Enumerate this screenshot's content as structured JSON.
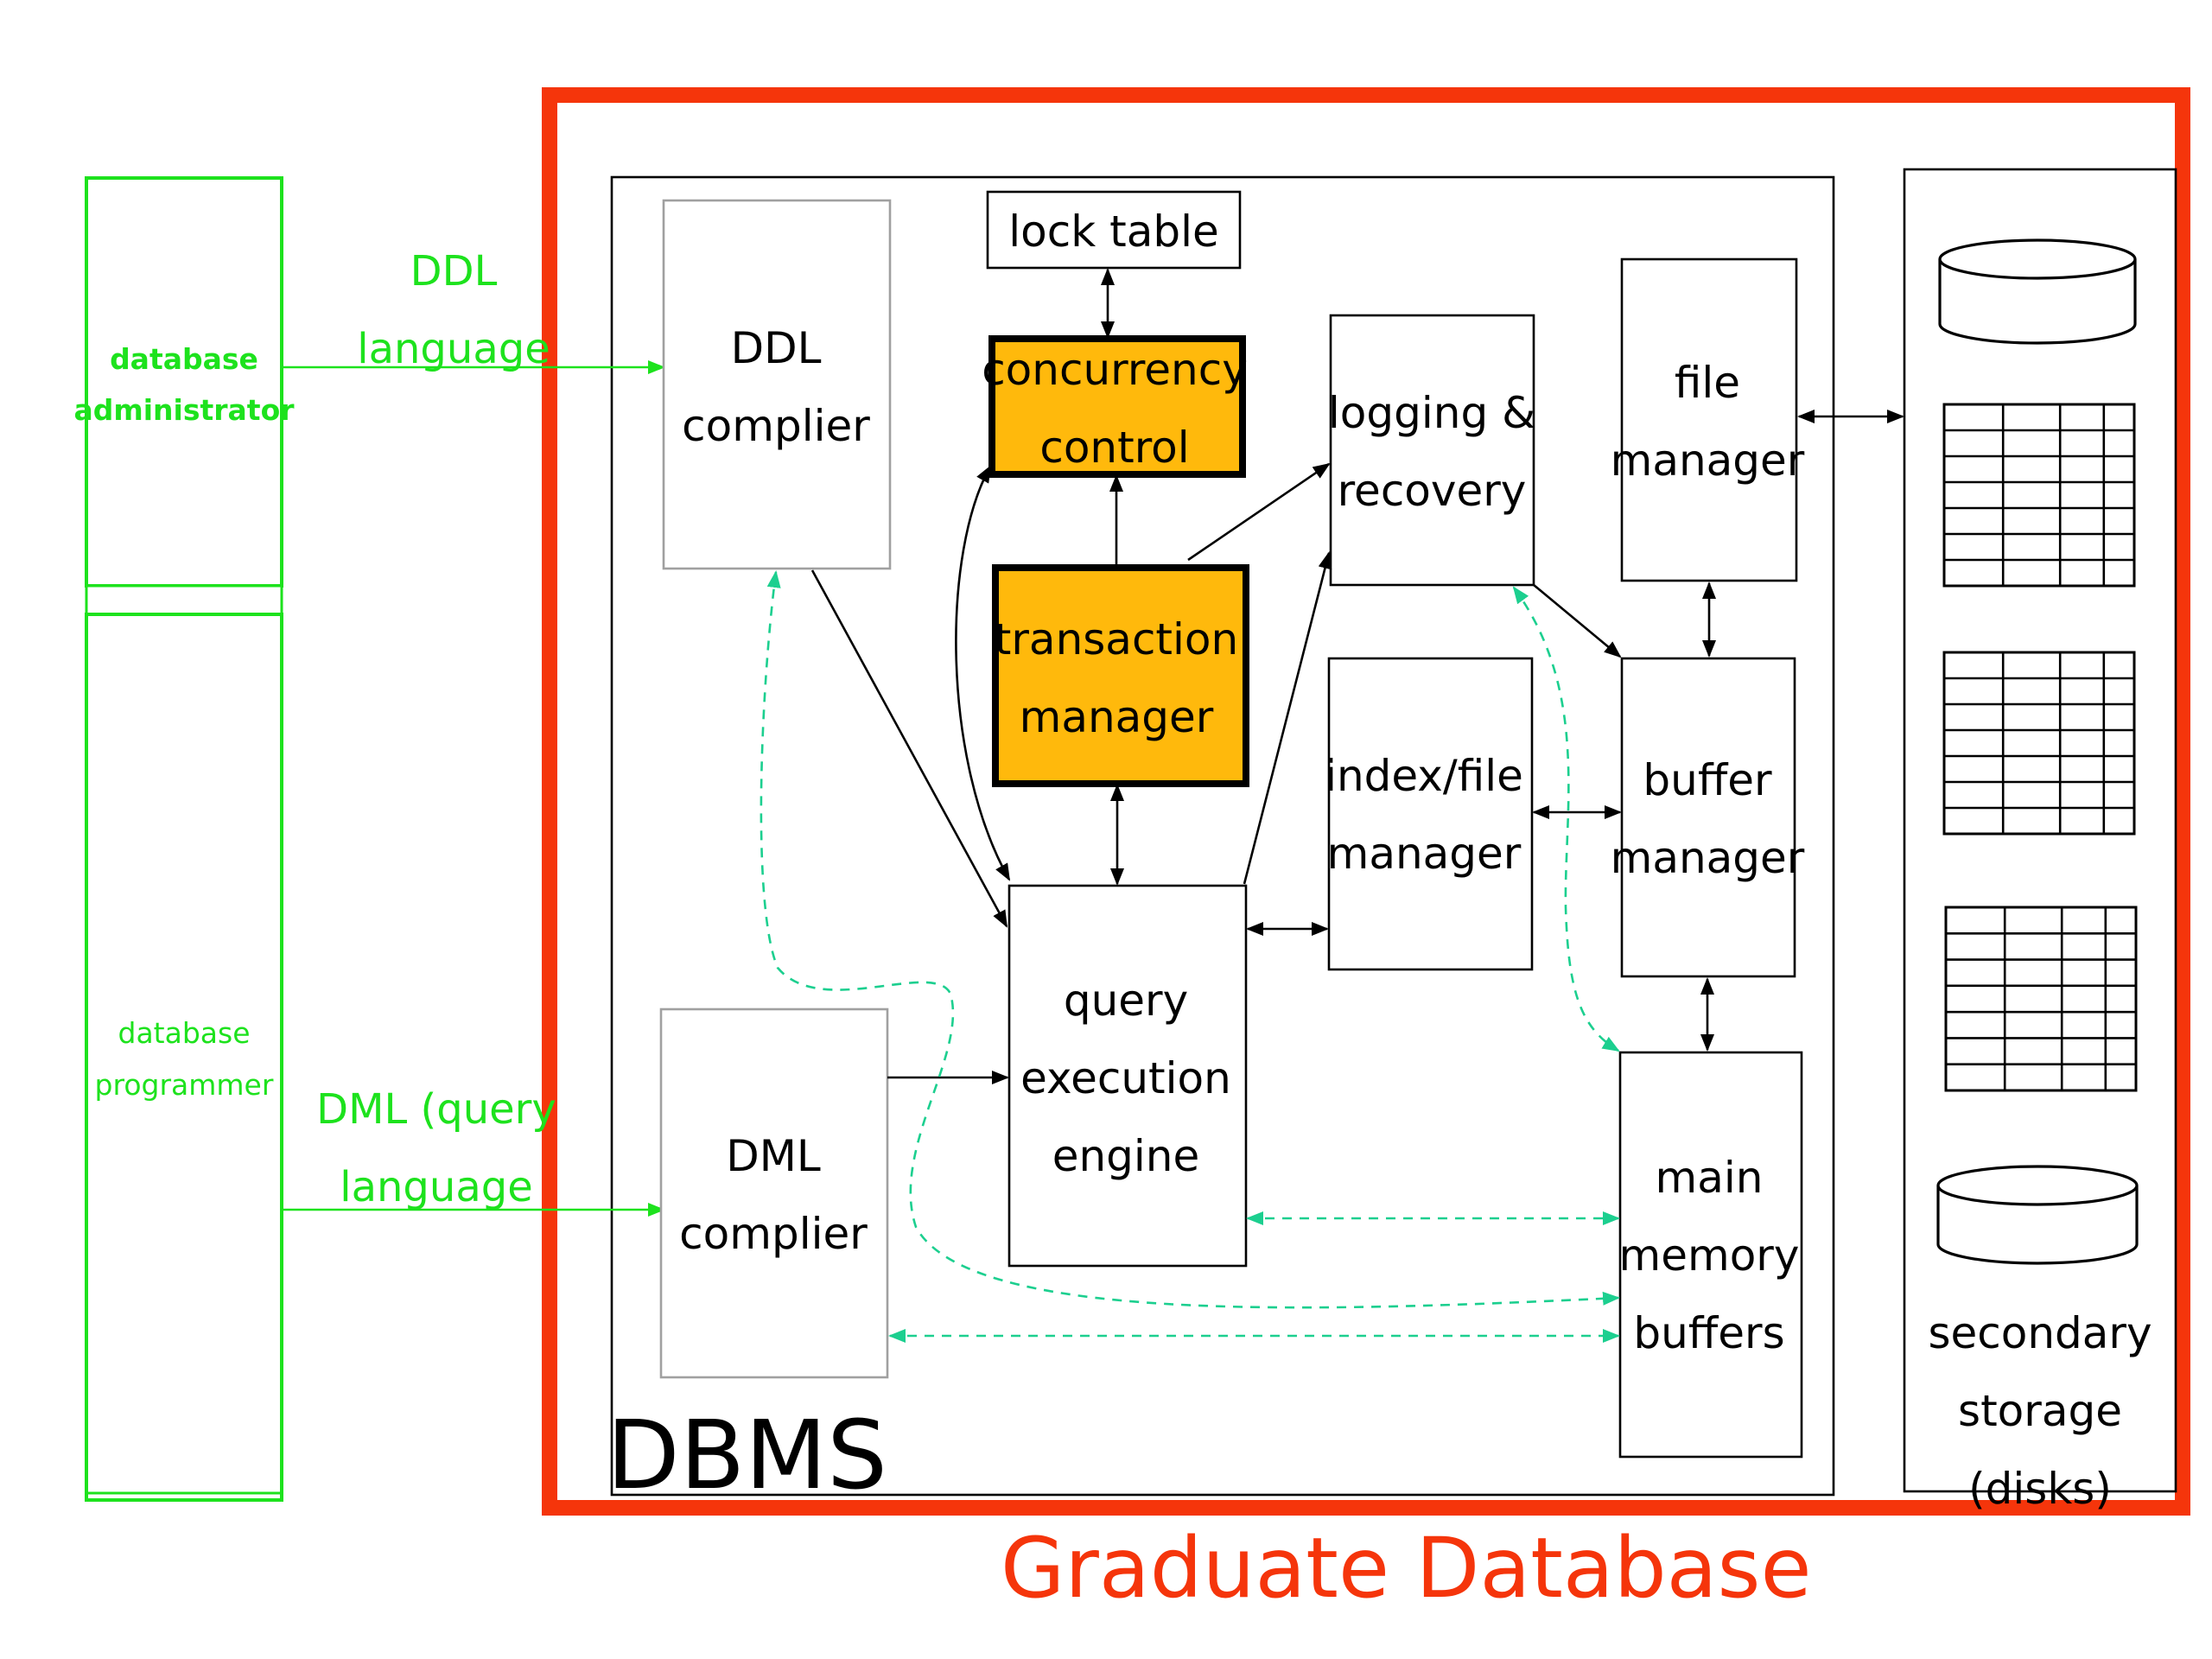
{
  "colors": {
    "frame": "#f5350b",
    "highlight": "#ffb90c",
    "user_green": "#1de21d",
    "dashed_flow": "#1ccf8f",
    "outline": "#000000"
  },
  "users": {
    "administrator": [
      "database",
      "administrator"
    ],
    "programmer": [
      "database",
      "programmer"
    ]
  },
  "inputs": {
    "ddl": [
      "DDL",
      "language"
    ],
    "dml": [
      "DML (query",
      "language"
    ]
  },
  "components": {
    "lock_table": [
      "lock table"
    ],
    "concurrency_control": [
      "concurrency",
      "control"
    ],
    "transaction_manager": [
      "transaction",
      "manager"
    ],
    "ddl_compiler": [
      "DDL",
      "complier"
    ],
    "dml_compiler": [
      "DML",
      "complier"
    ],
    "query_engine": [
      "query",
      "execution",
      "engine"
    ],
    "logging_recovery": [
      "logging &",
      "recovery"
    ],
    "index_file_manager": [
      "index/file",
      "manager"
    ],
    "file_manager": [
      "file",
      "manager"
    ],
    "buffer_manager": [
      "buffer",
      "manager"
    ],
    "main_memory_buffers": [
      "main",
      "memory",
      "buffers"
    ]
  },
  "storage": {
    "label": [
      "secondary",
      "storage",
      "(disks)"
    ],
    "icons": [
      "disk-icon",
      "table-icon",
      "table-icon",
      "table-icon",
      "disk-icon"
    ]
  },
  "dbms_label": "DBMS",
  "title": "Graduate Database"
}
